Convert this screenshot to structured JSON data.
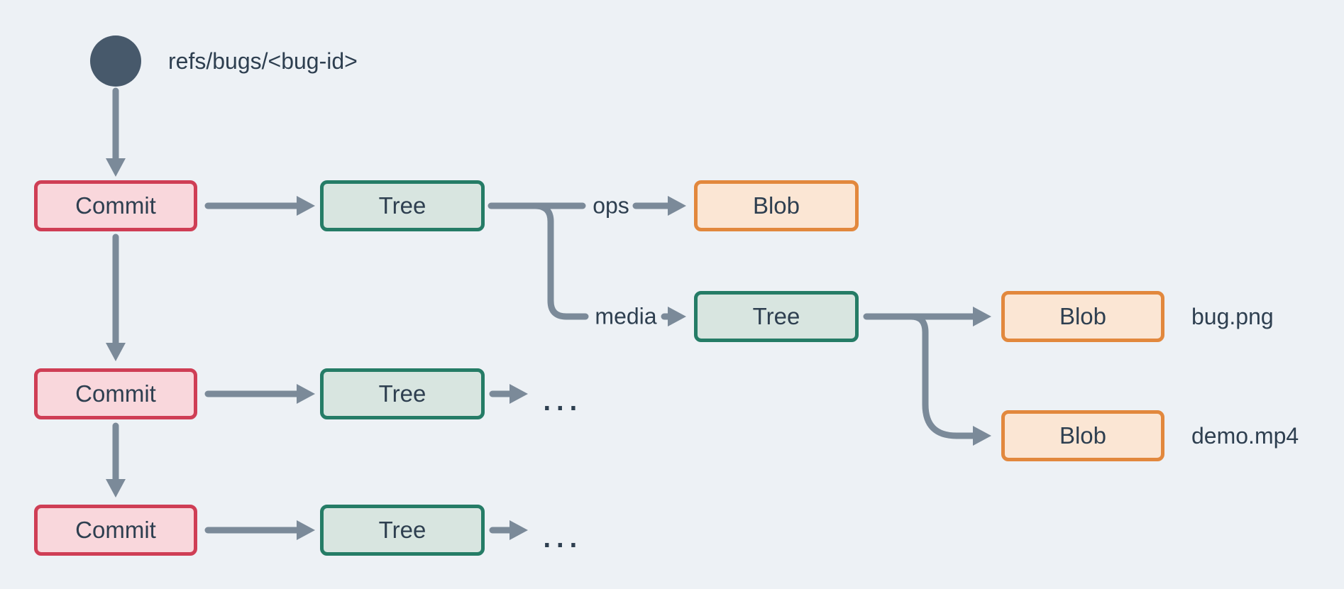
{
  "colors": {
    "background": "#edf1f5",
    "connector": "#7b8a99",
    "ref_circle": "#47596b",
    "text": "#2e3f50",
    "commit_fill": "#f9d7dc",
    "commit_border": "#cf3e55",
    "tree_fill": "#d8e5e0",
    "tree_border": "#257c66",
    "blob_fill": "#fbe6d4",
    "blob_border": "#e2883d"
  },
  "ref": {
    "label": "refs/bugs/<bug-id>"
  },
  "nodes": {
    "commit1": {
      "label": "Commit"
    },
    "commit2": {
      "label": "Commit"
    },
    "commit3": {
      "label": "Commit"
    },
    "tree1": {
      "label": "Tree"
    },
    "treeMedia": {
      "label": "Tree"
    },
    "treeRow2": {
      "label": "Tree"
    },
    "treeRow3": {
      "label": "Tree"
    },
    "blobOps": {
      "label": "Blob"
    },
    "blobBug": {
      "label": "Blob"
    },
    "blobDemo": {
      "label": "Blob"
    }
  },
  "edge_labels": {
    "ops": "ops",
    "media": "media"
  },
  "file_labels": {
    "bug": "bug.png",
    "demo": "demo.mp4"
  },
  "ellipsis": {
    "row2": "...",
    "row3": "..."
  }
}
